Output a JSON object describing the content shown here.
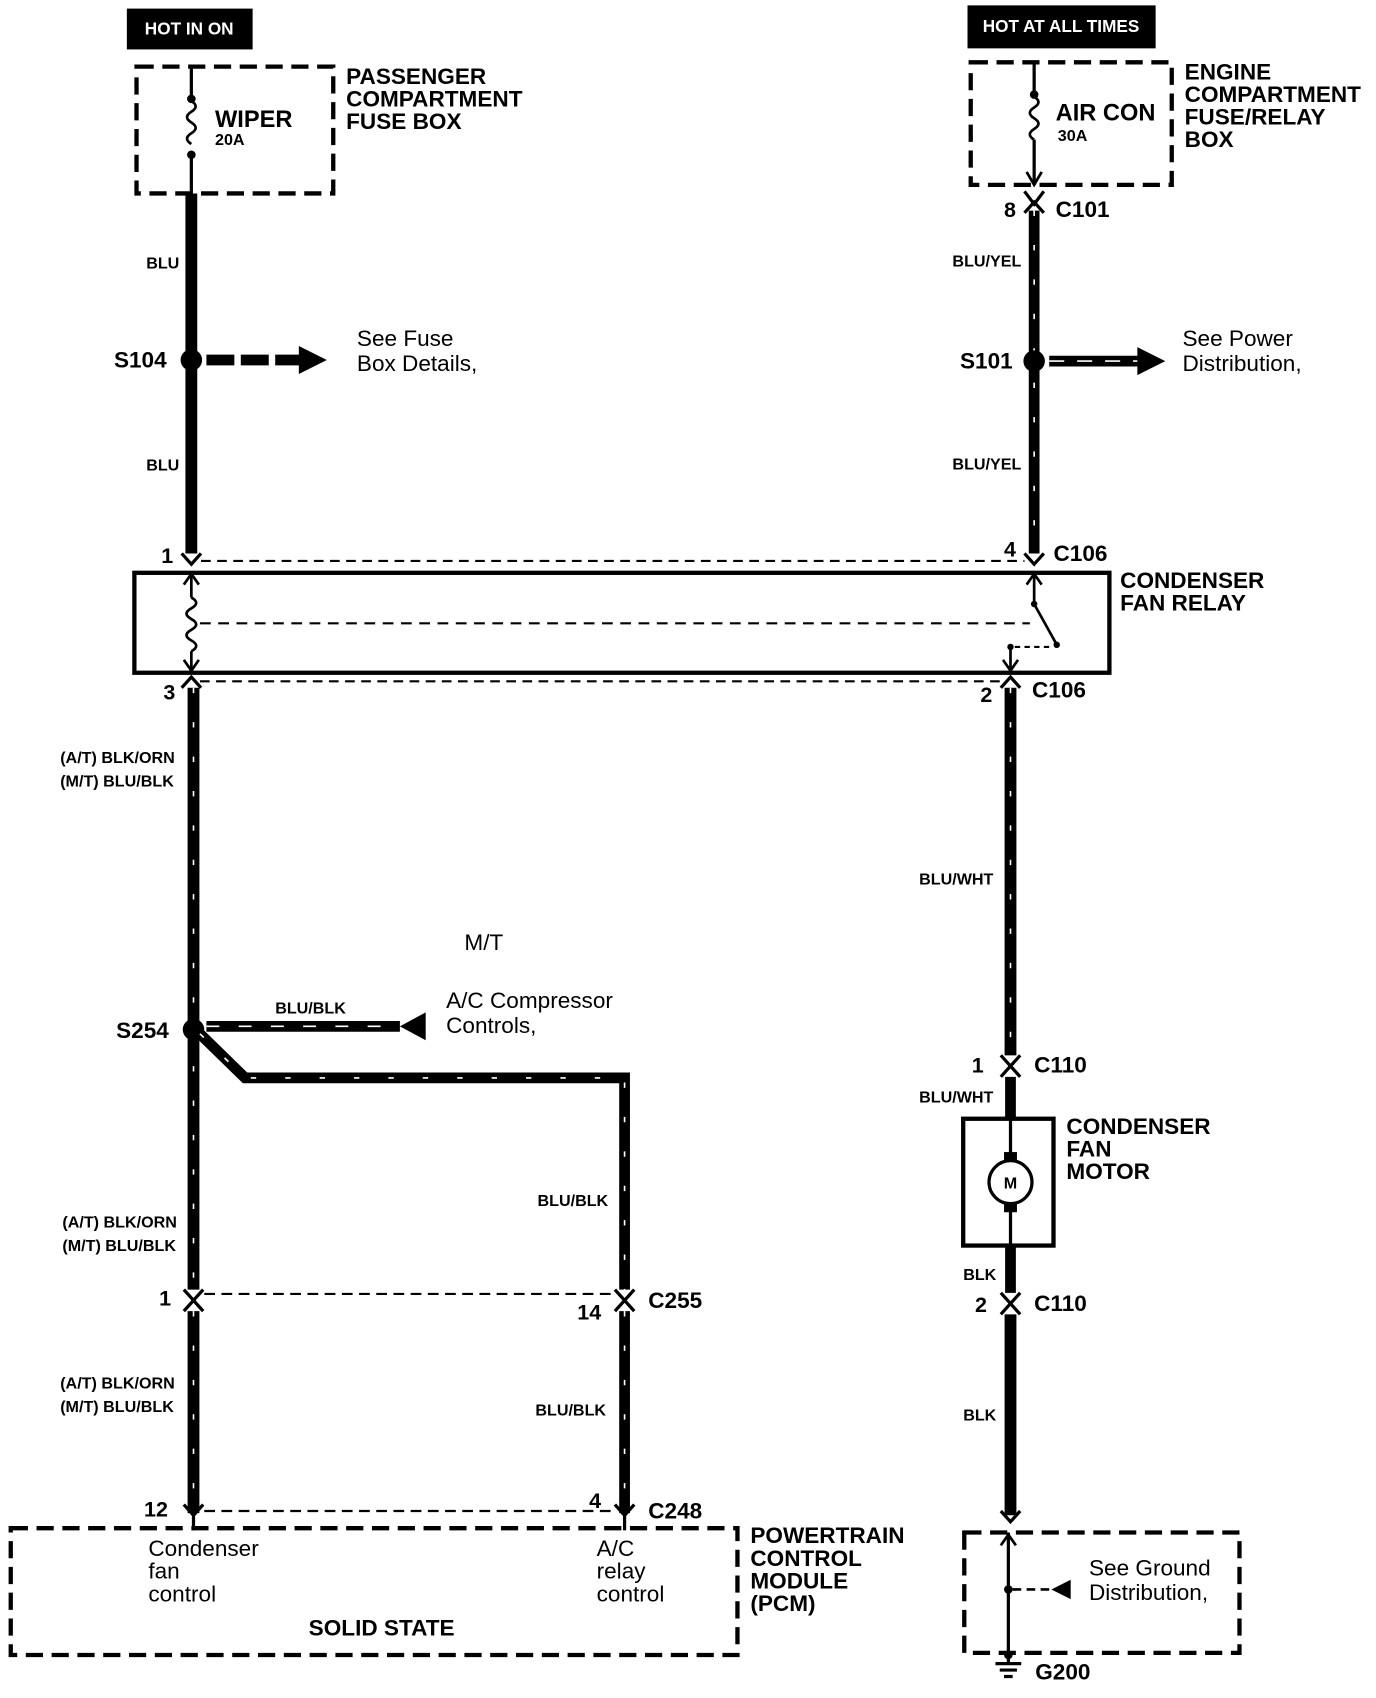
{
  "power_sources": {
    "left": "HOT IN ON",
    "right": "HOT AT ALL TIMES"
  },
  "fuses": {
    "wiper": {
      "name": "WIPER",
      "rating": "20A"
    },
    "aircon": {
      "name": "AIR CON",
      "rating": "30A"
    }
  },
  "components": {
    "passenger_box": [
      "PASSENGER",
      "COMPARTMENT",
      "FUSE BOX"
    ],
    "engine_box": [
      "ENGINE",
      "COMPARTMENT",
      "FUSE/RELAY",
      "BOX"
    ],
    "relay": [
      "CONDENSER",
      "FAN RELAY"
    ],
    "fan_motor": [
      "CONDENSER",
      "FAN",
      "MOTOR"
    ],
    "motor_symbol": "M",
    "pcm": [
      "POWERTRAIN",
      "CONTROL",
      "MODULE",
      "(PCM)"
    ],
    "pcm_left_terminal": [
      "Condenser",
      "fan",
      "control"
    ],
    "pcm_right_terminal": [
      "A/C",
      "relay",
      "control"
    ],
    "pcm_state": "SOLID STATE"
  },
  "splices": {
    "s104": "S104",
    "s101": "S101",
    "s254": "S254"
  },
  "references": {
    "fuse_box": [
      "See Fuse",
      "Box Details,"
    ],
    "power": [
      "See Power",
      "Distribution,"
    ],
    "ac_compressor": [
      "A/C Compressor",
      "Controls,"
    ],
    "ground": [
      "See Ground",
      "Distribution,"
    ]
  },
  "connectors": {
    "c101": "C101",
    "c106_top": "C106",
    "c106_bottom": "C106",
    "c110_top": "C110",
    "c110_bottom": "C110",
    "c255": "C255",
    "c248": "C248",
    "g200": "G200"
  },
  "pins": {
    "c101": "8",
    "relay_in_left": "1",
    "relay_in_right": "4",
    "relay_out_left": "3",
    "relay_out_right": "2",
    "c110_top": "1",
    "c110_bottom": "2",
    "c255_left": "1",
    "c255_right": "14",
    "c248_left": "12",
    "c248_right": "4"
  },
  "wires": {
    "blu_1": "BLU",
    "blu_2": "BLU",
    "bluyel_1": "BLU/YEL",
    "bluyel_2": "BLU/YEL",
    "left_a_1": "(A/T) BLK/ORN",
    "left_b_1": "(M/T) BLU/BLK",
    "left_a_2": "(A/T) BLK/ORN",
    "left_b_2": "(M/T) BLU/BLK",
    "left_a_3": "(A/T) BLK/ORN",
    "left_b_3": "(M/T) BLU/BLK",
    "bluwht_1": "BLU/WHT",
    "bluwht_2": "BLU/WHT",
    "blublk_feed": "BLU/BLK",
    "blublk_1": "BLU/BLK",
    "blublk_2": "BLU/BLK",
    "blk_1": "BLK",
    "blk_2": "BLK"
  },
  "notes": {
    "mt": "M/T"
  }
}
